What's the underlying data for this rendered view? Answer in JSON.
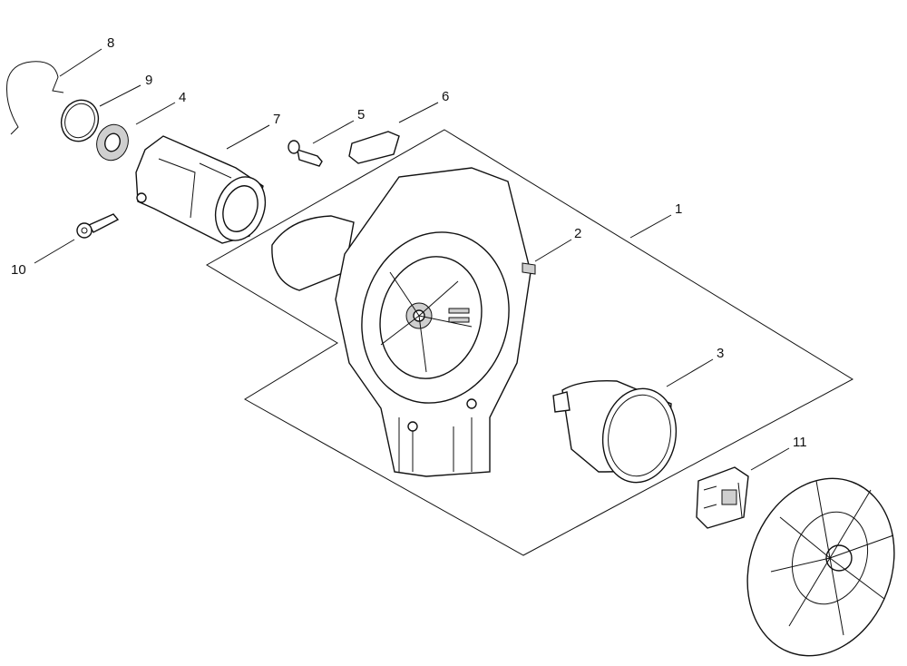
{
  "diagram": {
    "callouts": [
      {
        "id": "c8",
        "label": "8"
      },
      {
        "id": "c9",
        "label": "9"
      },
      {
        "id": "c4",
        "label": "4"
      },
      {
        "id": "c7",
        "label": "7"
      },
      {
        "id": "c5",
        "label": "5"
      },
      {
        "id": "c6",
        "label": "6"
      },
      {
        "id": "c1",
        "label": "1"
      },
      {
        "id": "c2",
        "label": "2"
      },
      {
        "id": "c3",
        "label": "3"
      },
      {
        "id": "c11",
        "label": "11"
      },
      {
        "id": "c10",
        "label": "10"
      }
    ]
  }
}
